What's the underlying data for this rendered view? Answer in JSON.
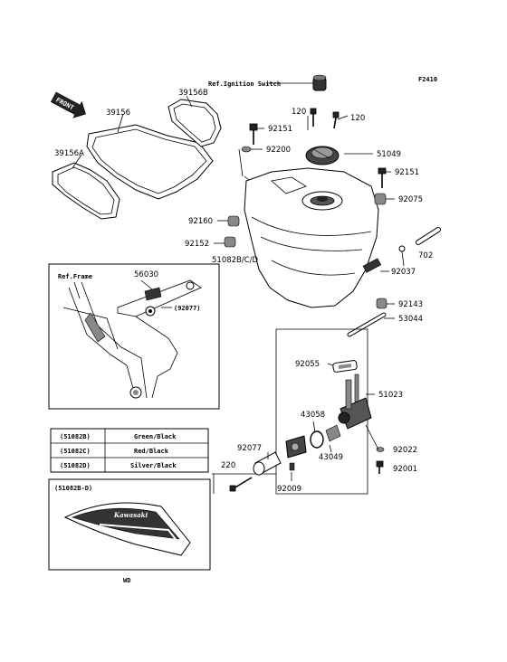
{
  "figure_code": "F2410",
  "front_label": "FRONT",
  "callouts": {
    "ref_ignition": "Ref.Ignition Switch",
    "ref_frame": "Ref.Frame",
    "p39156": "39156",
    "p39156a": "39156A",
    "p39156b": "39156B",
    "p120a": "120",
    "p120b": "120",
    "p92151a": "92151",
    "p92200": "92200",
    "p51049": "51049",
    "p92151b": "92151",
    "p92075": "92075",
    "p92160": "92160",
    "p92152": "92152",
    "p51082": "51082B/C/D",
    "p702": "702",
    "p92037": "92037",
    "p92143": "92143",
    "p53044": "53044",
    "p56030": "56030",
    "p92077a": "(92077)",
    "p92055": "92055",
    "p51023": "51023",
    "p43058": "43058",
    "p43049": "43049",
    "p92022": "92022",
    "p92001": "92001",
    "p92077b": "92077",
    "p220": "220",
    "p92009": "92009"
  },
  "color_table": [
    {
      "code": "(51082B)",
      "color": "Green/Black"
    },
    {
      "code": "(51082C)",
      "color": "Red/Black"
    },
    {
      "code": "(51082D)",
      "color": "Silver/Black"
    }
  ],
  "decal_box_label": "(51082B-D)",
  "decal_logo": "Kawasaki",
  "wd_label": "WD"
}
